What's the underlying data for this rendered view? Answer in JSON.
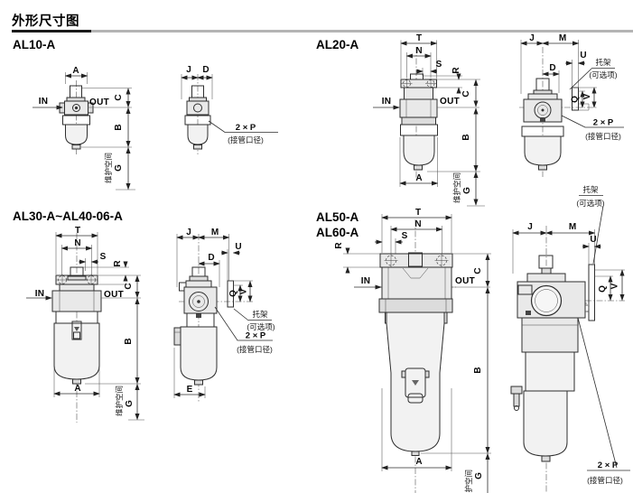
{
  "page": {
    "title": "外形尺寸图"
  },
  "dims": {
    "a": "A",
    "b": "B",
    "c": "C",
    "d": "D",
    "e": "E",
    "g": "G",
    "j": "J",
    "m": "M",
    "n": "N",
    "q": "Q",
    "r": "R",
    "s": "S",
    "t": "T",
    "u": "U",
    "v": "V"
  },
  "common": {
    "in": "IN",
    "out": "OUT",
    "maintenance_space": "维护空间",
    "bracket": "托架",
    "bracket_note": "(可选项)",
    "port": "2 × P",
    "port_note": "(接管口径)"
  },
  "sections": {
    "al10": {
      "label": "AL10-A"
    },
    "al20": {
      "label": "AL20-A"
    },
    "al30": {
      "label": "AL30-A~AL40-06-A"
    },
    "al50": {
      "label": "AL50-A",
      "label2": "AL60-A"
    }
  }
}
